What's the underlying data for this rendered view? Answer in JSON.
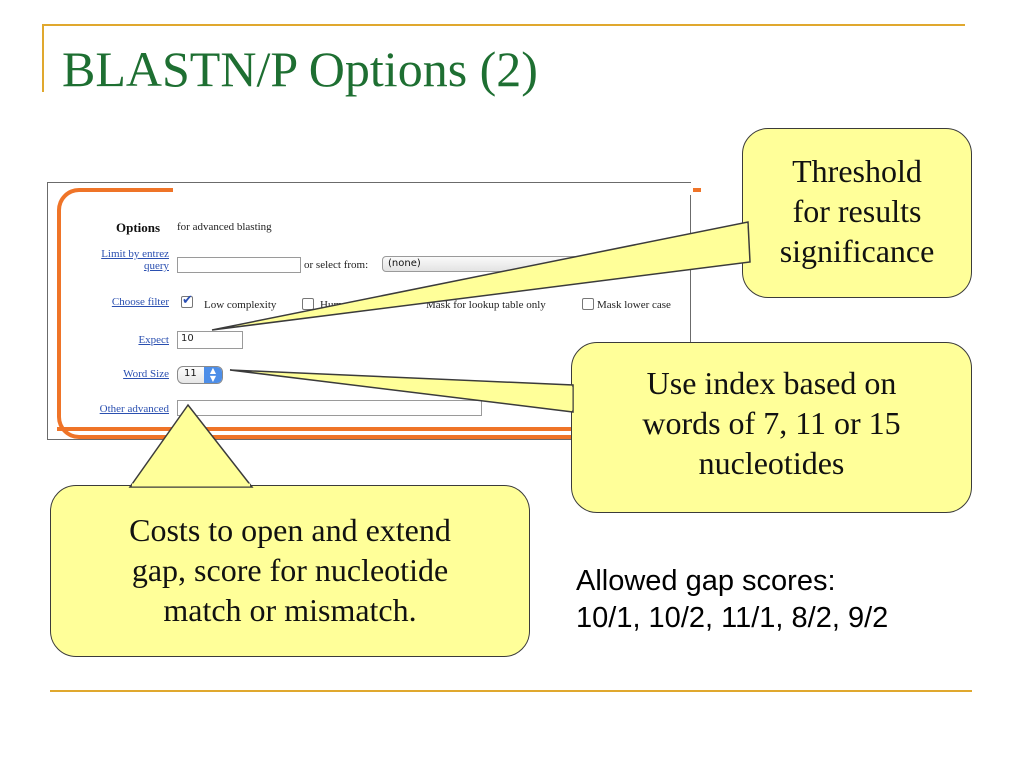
{
  "slide": {
    "title": "BLASTN/P Options (2)",
    "accent_color": "#e0a82e",
    "title_color": "#1e6f32"
  },
  "form": {
    "options_label": "Options",
    "options_sub": "for advanced blasting",
    "limit_label_line1": "Limit by entrez",
    "limit_label_line2": "query",
    "limit_value": "",
    "or_select_text": "or select from:",
    "select_value": "(none)",
    "filter_label": "Choose filter",
    "filters": [
      {
        "label": "Low complexity",
        "checked": true
      },
      {
        "label": "Human repeats",
        "checked": false
      },
      {
        "label": "Mask for lookup table only",
        "checked": false
      },
      {
        "label": "Mask lower case",
        "checked": false
      }
    ],
    "visible_filter_texts": {
      "human_partial": "Hum",
      "mask_lookup_partial": "Mask for lookup table only",
      "mask_lower": "Mask lower case"
    },
    "expect_label": "Expect",
    "expect_value": "10",
    "word_size_label": "Word Size",
    "word_size_value": "11",
    "other_label": "Other advanced",
    "other_value": ""
  },
  "callouts": {
    "threshold": [
      "Threshold",
      "for results",
      "significance"
    ],
    "index": [
      "Use index based on",
      "words of 7, 11 or 15",
      "nucleotides"
    ],
    "costs": [
      "Costs to open and extend",
      "gap, score for nucleotide",
      "match or mismatch."
    ]
  },
  "allowed": {
    "line1": "Allowed gap scores:",
    "line2": "10/1, 10/2, 11/1, 8/2, 9/2"
  }
}
